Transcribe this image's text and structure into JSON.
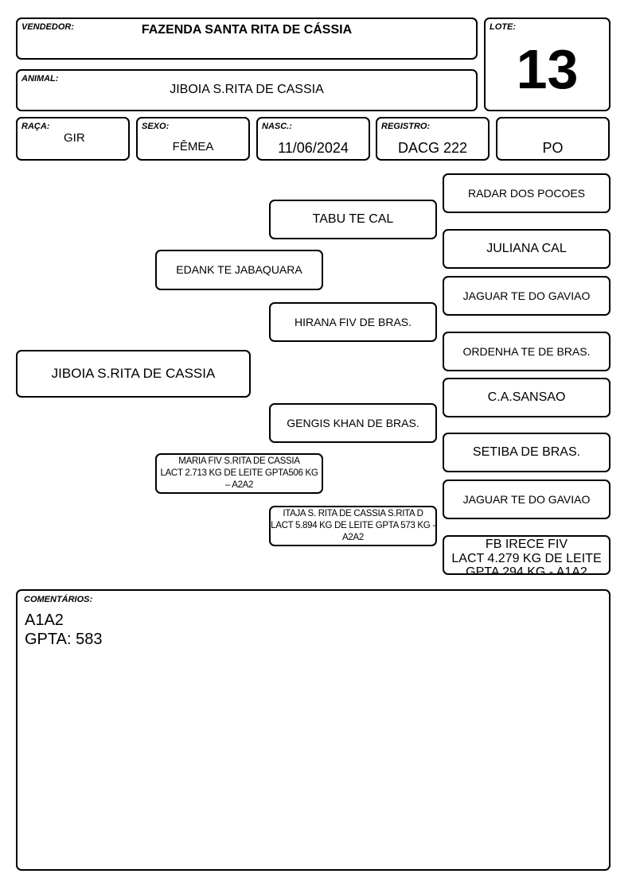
{
  "header": {
    "vendedor_label": "VENDEDOR:",
    "vendedor_value": "FAZENDA SANTA RITA DE CÁSSIA",
    "lote_label": "LOTE:",
    "lote_value": "13",
    "animal_label": "ANIMAL:",
    "animal_value": "JIBOIA S.RITA DE CASSIA",
    "raca_label": "RAÇA:",
    "raca_value": "GIR",
    "sexo_label": "SEXO:",
    "sexo_value": "FÊMEA",
    "nasc_label": "NASC.:",
    "nasc_value": "11/06/2024",
    "registro_label": "REGISTRO:",
    "registro_value": "DACG 222",
    "po_value": "PO"
  },
  "pedigree": {
    "animal": "JIBOIA S.RITA DE CASSIA",
    "sire": "EDANK TE JABAQUARA",
    "dam": "MARIA FIV S.RITA DE CASSIA\nLACT 2.713 KG DE LEITE  GPTA506 KG – A2A2",
    "sire_sire": "TABU TE CAL",
    "sire_dam": "HIRANA FIV DE BRAS.",
    "dam_sire": "GENGIS KHAN DE BRAS.",
    "dam_dam": "ITAJA S. RITA DE CASSIA S.RITA D\nLACT 5.894 KG DE LEITE  GPTA 573 KG - A2A2",
    "ggp1": "RADAR DOS POCOES",
    "ggp2": "JULIANA CAL",
    "ggp3": "JAGUAR TE DO GAVIAO",
    "ggp4": "ORDENHA TE DE BRAS.",
    "ggp5": "C.A.SANSAO",
    "ggp6": "SETIBA DE BRAS.",
    "ggp7": "JAGUAR TE DO GAVIAO",
    "ggp8": "FB IRECE FIV\nLACT 4.279 KG DE LEITE\nGPTA 294 KG - A1A2"
  },
  "comments": {
    "label": "COMENTÁRIOS:",
    "line1": "A1A2",
    "line2": "GPTA: 583"
  }
}
